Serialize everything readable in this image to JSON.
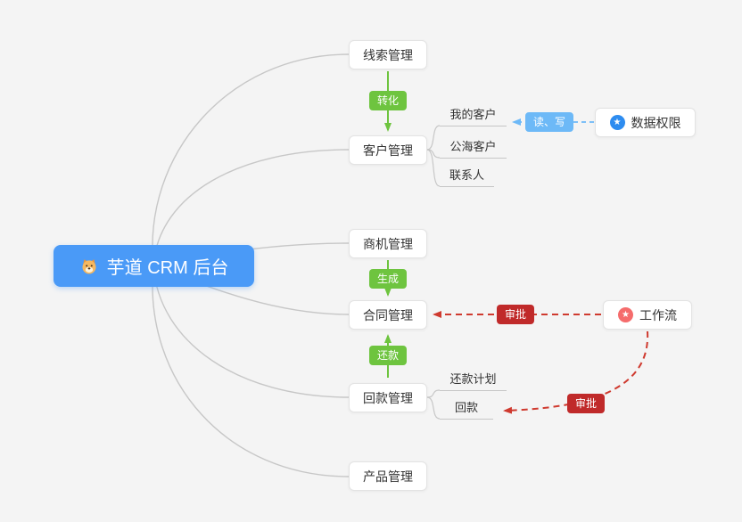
{
  "root": {
    "label": "芋道 CRM 后台",
    "icon": "dog-face-icon",
    "bg_color": "#4a9af7"
  },
  "main_nodes": [
    {
      "label": "线索管理"
    },
    {
      "label": "客户管理"
    },
    {
      "label": "商机管理"
    },
    {
      "label": "合同管理"
    },
    {
      "label": "回款管理"
    },
    {
      "label": "产品管理"
    }
  ],
  "customer_children": [
    {
      "label": "我的客户"
    },
    {
      "label": "公海客户"
    },
    {
      "label": "联系人"
    }
  ],
  "payment_children": [
    {
      "label": "还款计划"
    },
    {
      "label": "回款"
    }
  ],
  "edge_labels": {
    "convert": "转化",
    "generate": "生成",
    "repay": "还款",
    "read_write": "读、写",
    "approve_contract": "审批",
    "approve_payment": "审批"
  },
  "side_nodes": [
    {
      "label": "数据权限",
      "icon": "star-icon",
      "icon_color": "#2d8cf0"
    },
    {
      "label": "工作流",
      "icon": "star-icon",
      "icon_color": "#f56c6c"
    }
  ],
  "colors": {
    "background": "#f4f4f4",
    "root_bg": "#4a9af7",
    "node_border": "#e3e3e3",
    "connector_gray": "#c7c7c7",
    "green_accent": "#6ec43f",
    "blue_accent": "#6db9f7",
    "red_badge": "#c02a2a",
    "red_line": "#cf3a2f",
    "data_permission_icon": "#2d8cf0",
    "workflow_icon": "#f56c6c"
  }
}
